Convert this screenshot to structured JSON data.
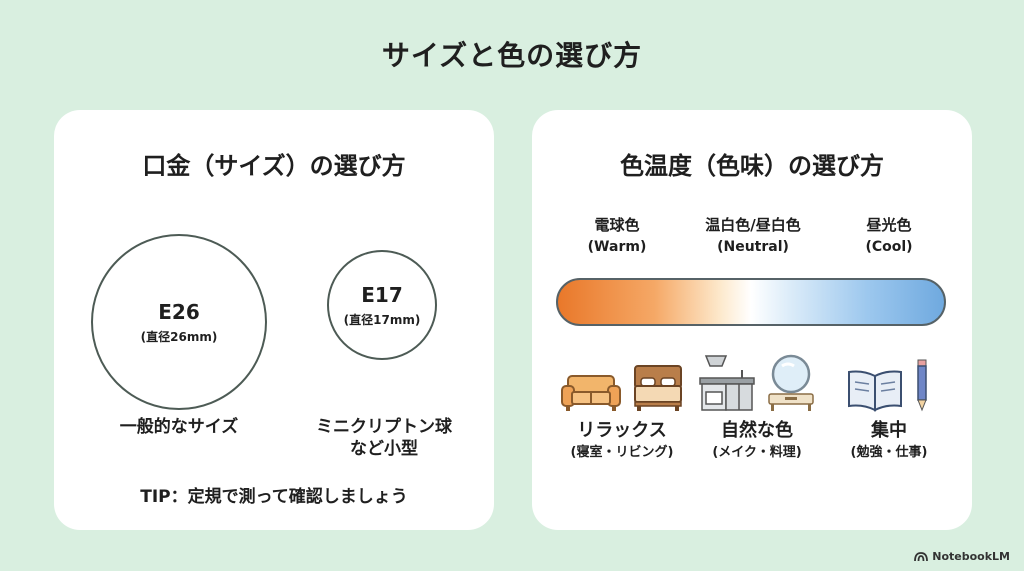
{
  "title": "サイズと色の選び方",
  "left_card": {
    "title": "口金（サイズ）の選び方",
    "big": {
      "code": "E26",
      "diameter": "(直径26mm)",
      "caption": "一般的なサイズ"
    },
    "small": {
      "code": "E17",
      "diameter": "(直径17mm)",
      "caption_line1": "ミニクリプトン球",
      "caption_line2": "など小型"
    },
    "tip": "TIP：定規で測って確認しましょう"
  },
  "right_card": {
    "title": "色温度（色味）の選び方",
    "temps": [
      {
        "name": "電球色",
        "sub": "(Warm)"
      },
      {
        "name": "温白色/昼白色",
        "sub": "(Neutral)"
      },
      {
        "name": "昼光色",
        "sub": "(Cool)"
      }
    ],
    "uses": [
      {
        "name": "リラックス",
        "sub": "(寝室・リビング)",
        "icons": [
          "sofa-icon",
          "bed-icon"
        ]
      },
      {
        "name": "自然な色",
        "sub": "(メイク・料理)",
        "icons": [
          "kitchen-icon",
          "vanity-mirror-icon"
        ]
      },
      {
        "name": "集中",
        "sub": "(勉強・仕事)",
        "icons": [
          "book-icon",
          "pencil-icon"
        ]
      }
    ],
    "gradient_colors": {
      "warm": "#e9782a",
      "neutral": "#ffffff",
      "cool": "#6fa9df"
    }
  },
  "brand": "NotebookLM"
}
